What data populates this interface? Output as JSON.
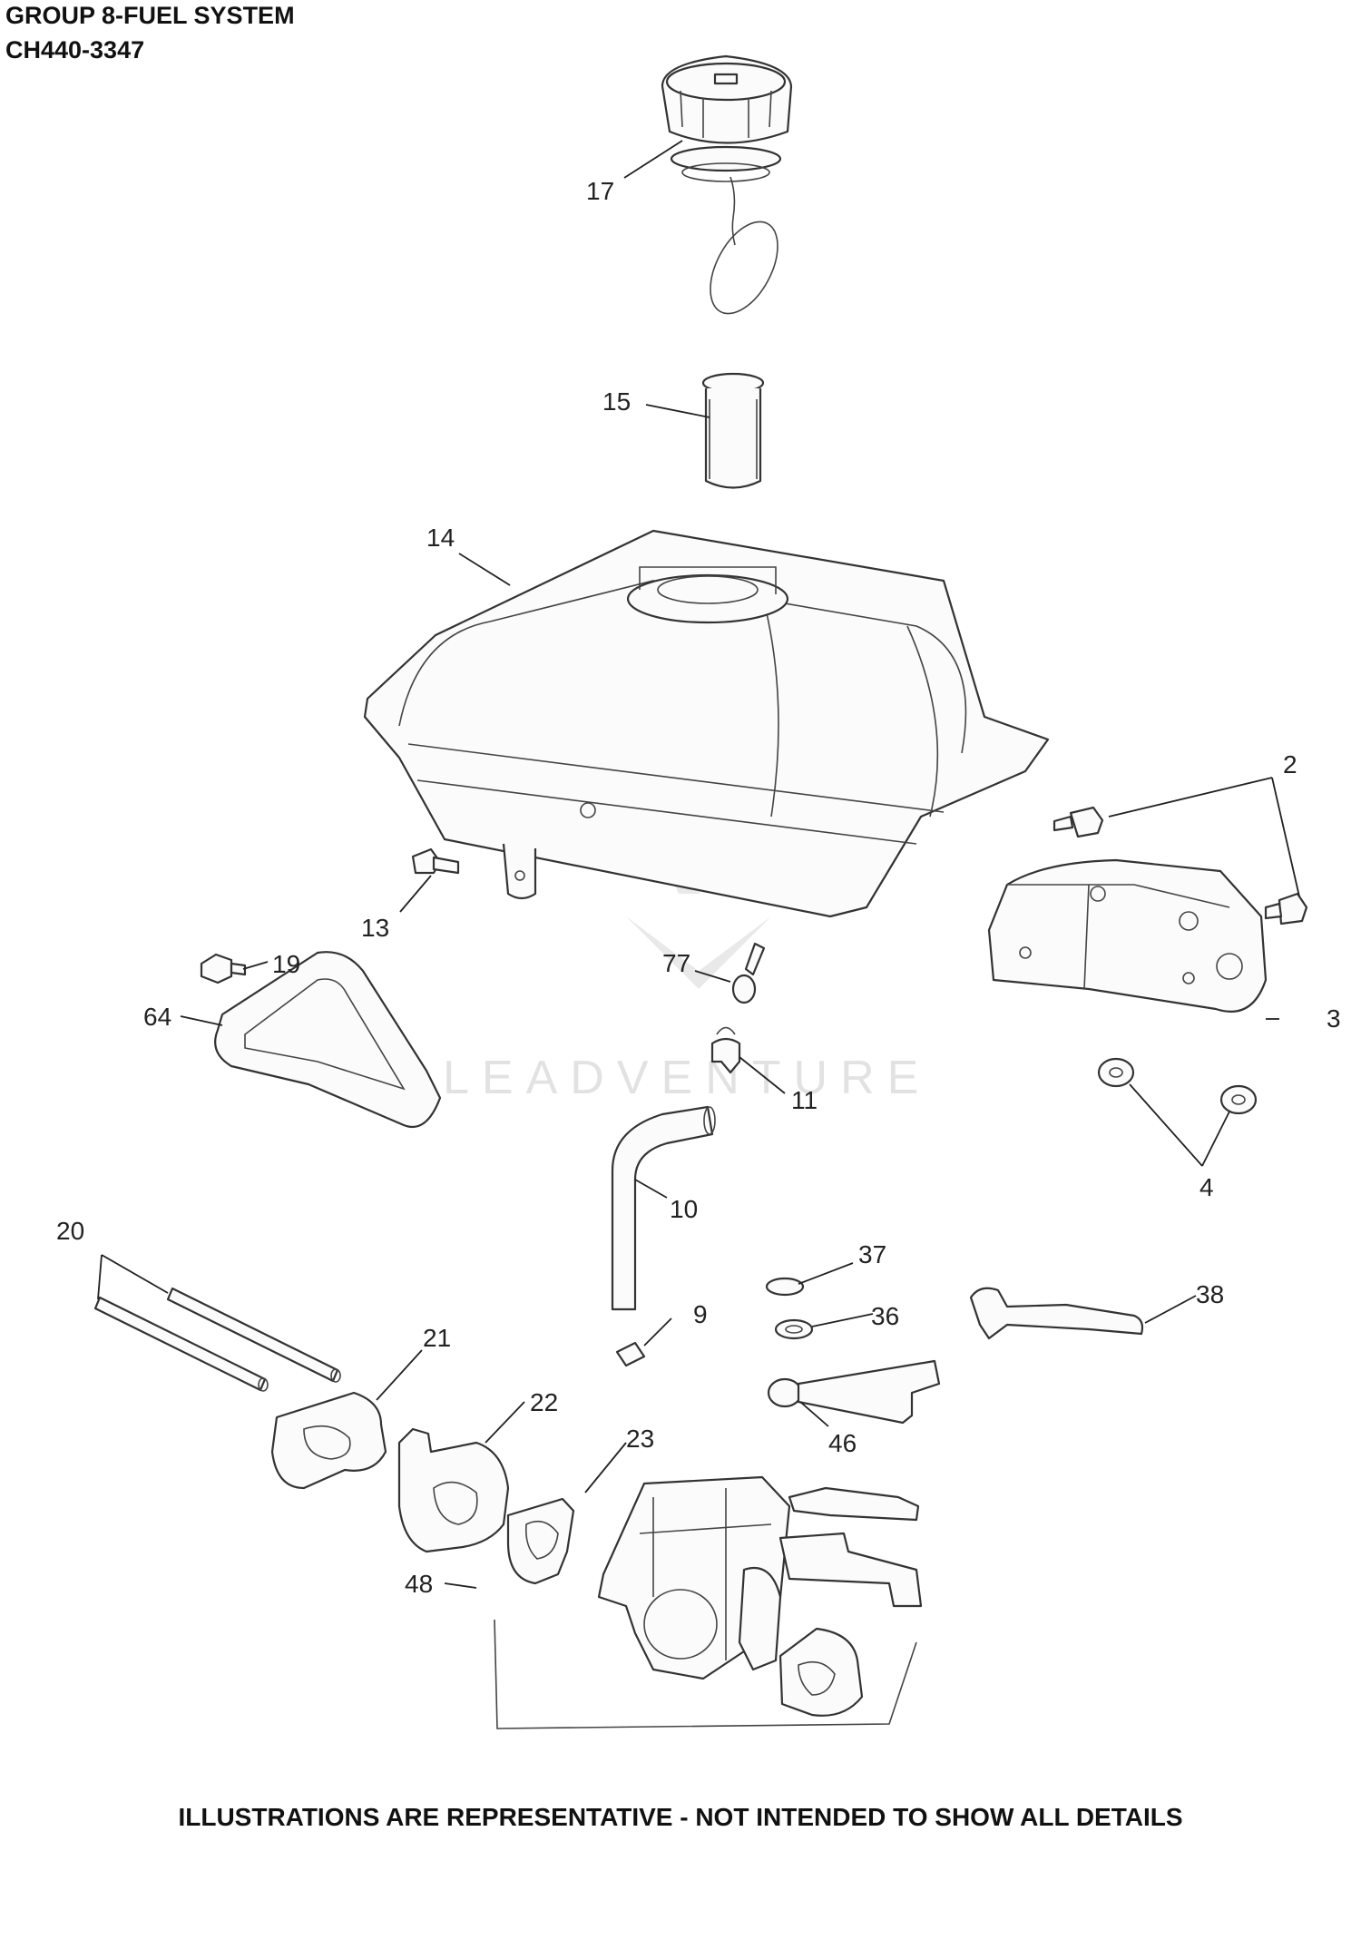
{
  "header": {
    "title": "GROUP 8-FUEL SYSTEM",
    "model": "CH440-3347"
  },
  "watermark": "LEADVENTURE",
  "footer": "ILLUSTRATIONS ARE REPRESENTATIVE - NOT INTENDED TO SHOW ALL DETAILS",
  "callouts": {
    "c17": "17",
    "c15": "15",
    "c14": "14",
    "c2": "2",
    "c13": "13",
    "c19": "19",
    "c77": "77",
    "c3": "3",
    "c64": "64",
    "c11": "11",
    "c4": "4",
    "c10": "10",
    "c20": "20",
    "c37": "37",
    "c38": "38",
    "c36": "36",
    "c9": "9",
    "c21": "21",
    "c46": "46",
    "c22": "22",
    "c23": "23",
    "c48": "48"
  }
}
